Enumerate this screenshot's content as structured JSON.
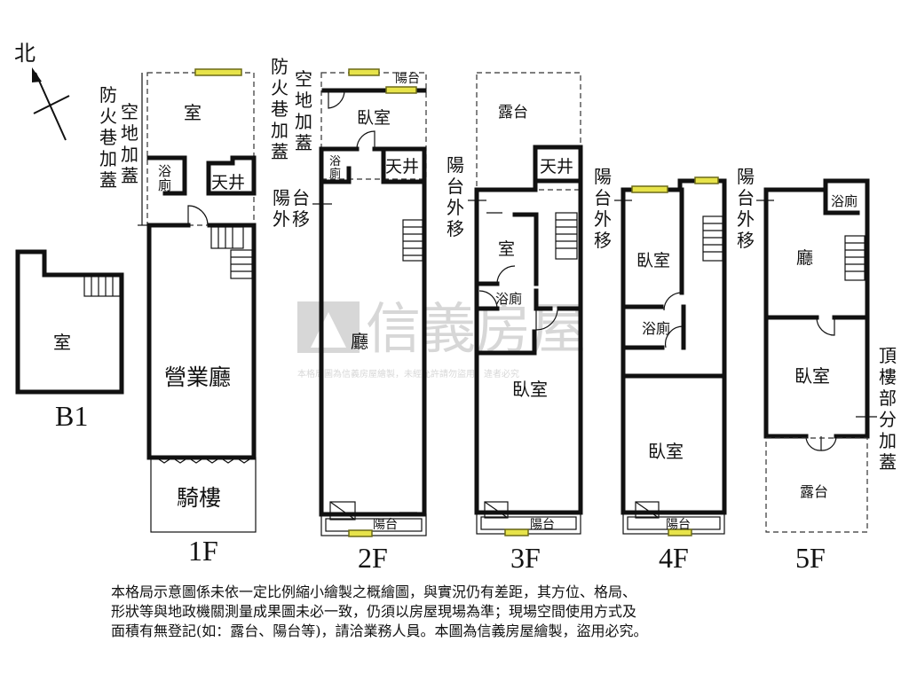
{
  "compass": {
    "label": "北"
  },
  "watermark": {
    "brand": "信義房屋",
    "notice": "本格局圖為信義房屋繪製，未經允許請勿盜用，違者必究"
  },
  "floors": {
    "b1": {
      "label": "B1",
      "rooms": {
        "room": "室"
      }
    },
    "f1": {
      "label": "1F",
      "rooms": {
        "room": "室",
        "bath_1": "浴",
        "bath_2": "廁",
        "well": "天井",
        "hall": "營業廳",
        "arcade": "騎樓"
      },
      "side_a": [
        "空",
        "地",
        "加",
        "蓋"
      ],
      "side_b": [
        "防",
        "火",
        "巷",
        "加",
        "蓋"
      ]
    },
    "f2": {
      "label": "2F",
      "rooms": {
        "balcony_top": "陽台",
        "bedroom": "臥室",
        "bath_1": "浴",
        "bath_2": "廁",
        "well": "天井",
        "hall": "廳",
        "balcony_bottom": "陽台"
      },
      "side_a": [
        "空",
        "地",
        "加",
        "蓋"
      ],
      "side_b": [
        "防",
        "火",
        "巷",
        "加",
        "蓋"
      ],
      "side_c": [
        "陽",
        "台"
      ],
      "side_d": [
        "外",
        "移"
      ]
    },
    "f3": {
      "label": "3F",
      "rooms": {
        "terrace": "露台",
        "well": "天井",
        "room": "室",
        "bath": "浴廁",
        "bedroom": "臥室",
        "balcony_bottom": "陽台"
      },
      "side": [
        "陽",
        "台",
        "外",
        "移"
      ]
    },
    "f4": {
      "label": "4F",
      "rooms": {
        "bedroom_1": "臥室",
        "bath": "浴廁",
        "bedroom_2": "臥室",
        "balcony_bottom": "陽台"
      },
      "side": [
        "陽",
        "台",
        "外",
        "移"
      ]
    },
    "f5": {
      "label": "5F",
      "rooms": {
        "bath": "浴廁",
        "hall": "廳",
        "bedroom": "臥室",
        "terrace": "露台"
      },
      "side_left": [
        "陽",
        "台",
        "外",
        "移"
      ],
      "side_right": [
        "頂",
        "樓",
        "部",
        "分",
        "加",
        "蓋"
      ]
    }
  },
  "disclaimer": [
    "本格局示意圖係未依一定比例縮小繪製之概繪圖，與實況仍有差距，其方位、格局、",
    "形狀等與地政機關測量成果圖未必一致，仍須以房屋現場為準；現場空間使用方式及",
    "面積有無登記(如：露台、陽台等)，請洽業務人員。本圖為信義房屋繪製，盜用必究。"
  ],
  "colors": {
    "wall": "#111111",
    "window": "#e7e34a",
    "watermark": "#bdbdbd"
  }
}
